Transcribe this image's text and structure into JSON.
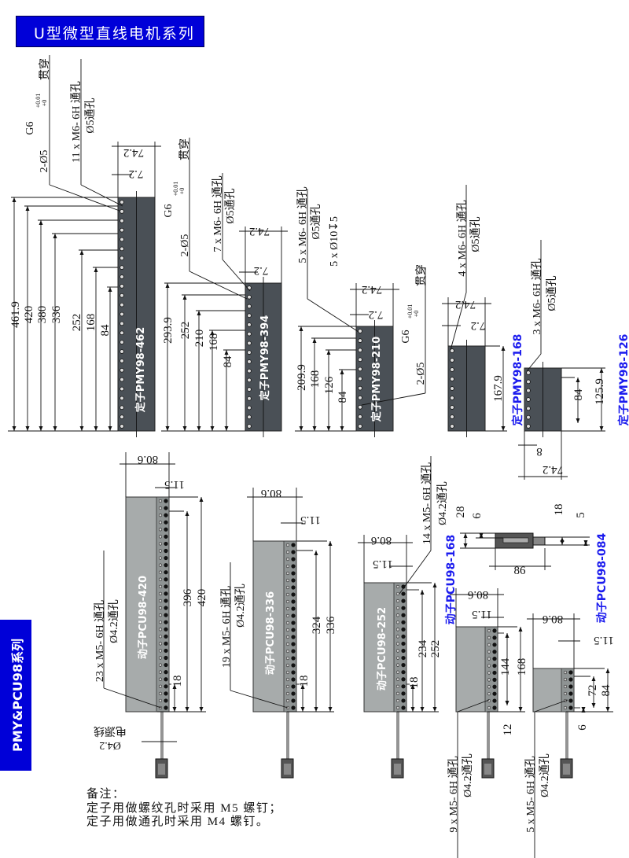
{
  "header": {
    "title": "U型微型直线电机系列"
  },
  "side_label": "PMY&PCU98系列",
  "colors": {
    "title_bg": "#0000d8",
    "stator": "#4a5056",
    "mover": "#a7abab",
    "model_blue": "#1a1aee"
  },
  "common": {
    "tolerance_code": "G6",
    "tolerance_high": "+0.01",
    "tolerance_low": "+0",
    "through": "贯穿",
    "pin": "2-Ø5",
    "stator_hole": "Ø5通孔",
    "mover_hole": "Ø4.2通孔"
  },
  "stators": [
    {
      "label": "定子PMY98-462",
      "width": "74.2",
      "offset": "7.2",
      "lengths": [
        "461.9",
        "420",
        "380",
        "336",
        "252",
        "168",
        "84"
      ],
      "thread": "11 x M6- 6H 通孔"
    },
    {
      "label": "定子PMY98-394",
      "width": "74.2",
      "offset": "7.2",
      "lengths": [
        "293.9",
        "252",
        "210",
        "168",
        "84"
      ],
      "thread": "7 x M6- 6H 通孔"
    },
    {
      "label": "定子PMY98-210",
      "width": "74.2",
      "offset": "7.2",
      "lengths": [
        "209.9",
        "168",
        "126",
        "84"
      ],
      "thread": "5 x M6- 6H 通孔",
      "counterbore": "5 x Ø10↧5"
    },
    {
      "label": "定子PMY98-168",
      "width": "74.2",
      "offset": "7.2",
      "lengths": [
        "167.9"
      ],
      "thread": "4 x M6- 6H 通孔"
    },
    {
      "label": "定子PMY98-126",
      "width": "74.2",
      "offset": "8",
      "lengths": [
        "125.9",
        "84"
      ],
      "thread": "3 x M6- 6H 通孔"
    }
  ],
  "movers": [
    {
      "label": "动子PCU98-420",
      "width": "80.6",
      "offset": "11.5",
      "lengths": [
        "396",
        "420"
      ],
      "pitch": "18",
      "thread": "23 x M5- 6H 通孔"
    },
    {
      "label": "动子PCU98-336",
      "width": "80.6",
      "offset": "11.5",
      "lengths": [
        "324",
        "336"
      ],
      "pitch": "18",
      "thread": "19 x M5- 6H 通孔"
    },
    {
      "label": "动子PCU98-252",
      "width": "80.6",
      "offset": "11.5",
      "lengths": [
        "234",
        "252"
      ],
      "pitch": "18",
      "thread": "14 x M5- 6H 通孔"
    },
    {
      "label": "动子PCU98-168",
      "width": "80.6",
      "offset": "11.5",
      "lengths": [
        "144",
        "168"
      ],
      "pitch": "12",
      "thread": "9 x M5- 6H 通孔"
    },
    {
      "label": "动子PCU98-084",
      "width": "80.6",
      "offset": "11.5",
      "lengths": [
        "72",
        "84"
      ],
      "pitch": "6",
      "thread": "5 x M5- 6H 通孔"
    }
  ],
  "cable": {
    "diameter": "Ø4.2",
    "label": "电源线"
  },
  "side_view": {
    "height": "28",
    "top_gap": "6",
    "length": "86",
    "tail": "18",
    "tail_gap": "5"
  },
  "remarks": [
    "备注：",
    "定子用做螺纹孔时采用 M5 螺钉；",
    "定子用做通孔时采用 M4 螺钉。"
  ]
}
